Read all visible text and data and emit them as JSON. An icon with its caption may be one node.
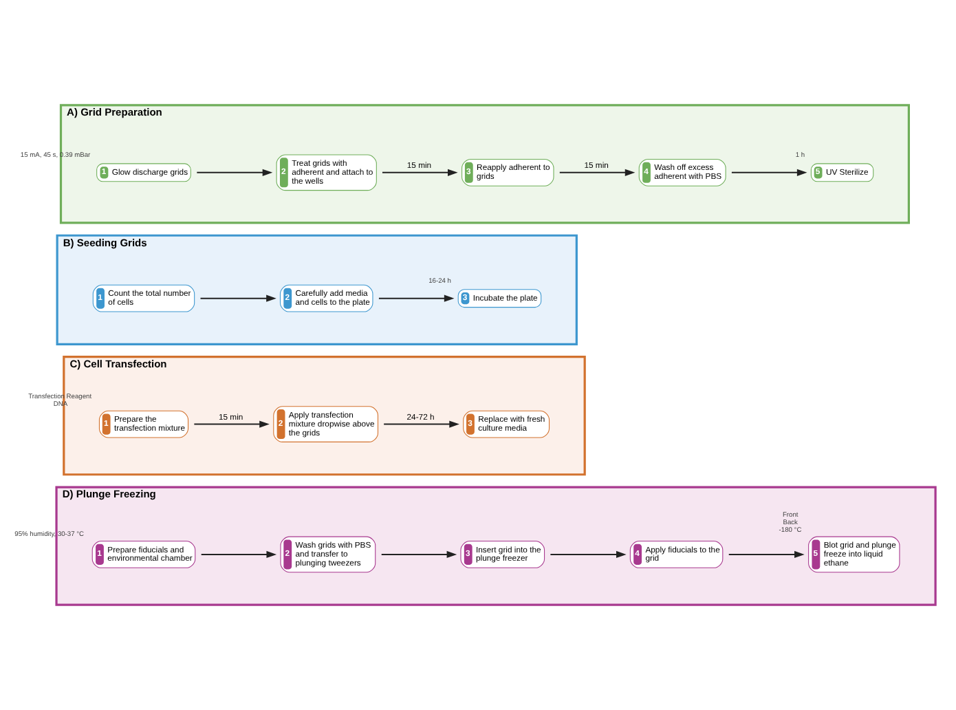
{
  "diagram": {
    "nodes": [
      {
        "text": [
          "A) Grid Preparation"
        ]
      },
      {
        "text": [
          "1",
          "Glow discharge grids"
        ],
        "in": 0,
        "beside": [
          "15 mA, 45 s, 0.39 mBar"
        ]
      },
      {
        "text": [
          "2",
          "Treat grids with adherent and attach to the wells"
        ],
        "in": 0
      },
      {
        "text": [
          "3",
          "Reapply adherent to grids"
        ],
        "in": 0
      },
      {
        "text": [
          "4",
          "Wash off excess adherent with PBS"
        ],
        "in": 0
      },
      {
        "text": [
          "5",
          "UV Sterilize"
        ],
        "in": 0,
        "beside": [
          "1 h"
        ]
      },
      {
        "text": [
          "B) Seeding Grids"
        ]
      },
      {
        "text": [
          "1",
          "Count the total number of cells"
        ],
        "in": 6
      },
      {
        "text": [
          "2",
          "Carefully add media and cells to the plate"
        ],
        "in": 6
      },
      {
        "text": [
          "3",
          "Incubate the plate"
        ],
        "in": 6,
        "beside": [
          "16-24 h"
        ]
      },
      {
        "text": [
          "C) Cell Transfection"
        ]
      },
      {
        "text": [
          "1",
          "Prepare the transfection mixture"
        ],
        "in": 10,
        "beside": [
          "Transfection Reagent",
          "DNA"
        ]
      },
      {
        "text": [
          "2",
          "Apply transfection mixture dropwise above the grids"
        ],
        "in": 10
      },
      {
        "text": [
          "3",
          "Replace with fresh culture media"
        ],
        "in": 10
      },
      {
        "text": [
          "D) Plunge Freezing"
        ]
      },
      {
        "text": [
          "1",
          "Prepare fiducials and environmental chamber"
        ],
        "in": 14,
        "beside": [
          "95% humidity, 30-37 °C"
        ]
      },
      {
        "text": [
          "2",
          "Wash grids with PBS and transfer to plunging tweezers"
        ],
        "in": 14
      },
      {
        "text": [
          "3",
          "Insert grid into the plunge freezer"
        ],
        "in": 14
      },
      {
        "text": [
          "4",
          "Apply fiducials to the grid"
        ],
        "in": 14
      },
      {
        "text": [
          "5",
          "Blot grid and plunge freeze into liquid ethane"
        ],
        "in": 14,
        "beside": [
          "Front",
          "Back",
          "-180 °C"
        ]
      }
    ],
    "edges": [
      {
        "from": 1,
        "to": 2,
        "arrow": "to"
      },
      {
        "from": 2,
        "to": 3,
        "arrow": "to",
        "label": "15 min"
      },
      {
        "from": 3,
        "to": 4,
        "arrow": "to",
        "label": "15 min"
      },
      {
        "from": 4,
        "to": 5,
        "arrow": "to"
      },
      {
        "from": 7,
        "to": 8,
        "arrow": "to"
      },
      {
        "from": 8,
        "to": 9,
        "arrow": "to"
      },
      {
        "from": 11,
        "to": 12,
        "arrow": "to",
        "label": "15 min"
      },
      {
        "from": 12,
        "to": 13,
        "arrow": "to",
        "label": "24-72 h"
      },
      {
        "from": 15,
        "to": 16,
        "arrow": "to"
      },
      {
        "from": 16,
        "to": 17,
        "arrow": "to"
      },
      {
        "from": 17,
        "to": 18,
        "arrow": "to"
      },
      {
        "from": 18,
        "to": 19,
        "arrow": "to"
      }
    ]
  }
}
